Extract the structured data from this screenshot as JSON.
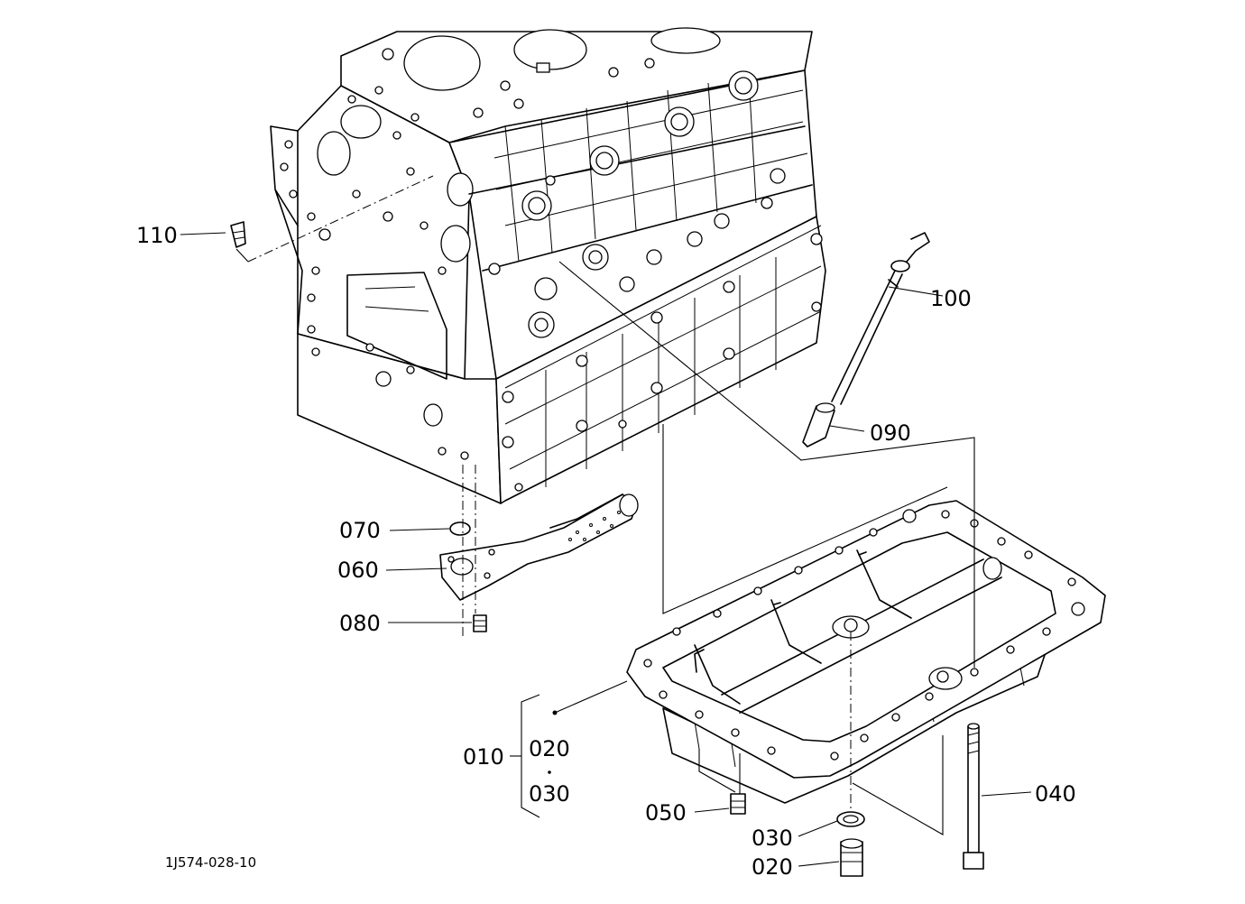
{
  "labels": {
    "p010": "010",
    "p020": "020",
    "p030": "030",
    "p040": "040",
    "p050": "050",
    "p060": "060",
    "p070": "070",
    "p080": "080",
    "p090": "090",
    "p100": "100",
    "p110": "110",
    "kit_020": "020",
    "kit_030": "030"
  },
  "drawing_ref": "1J574-028-10"
}
